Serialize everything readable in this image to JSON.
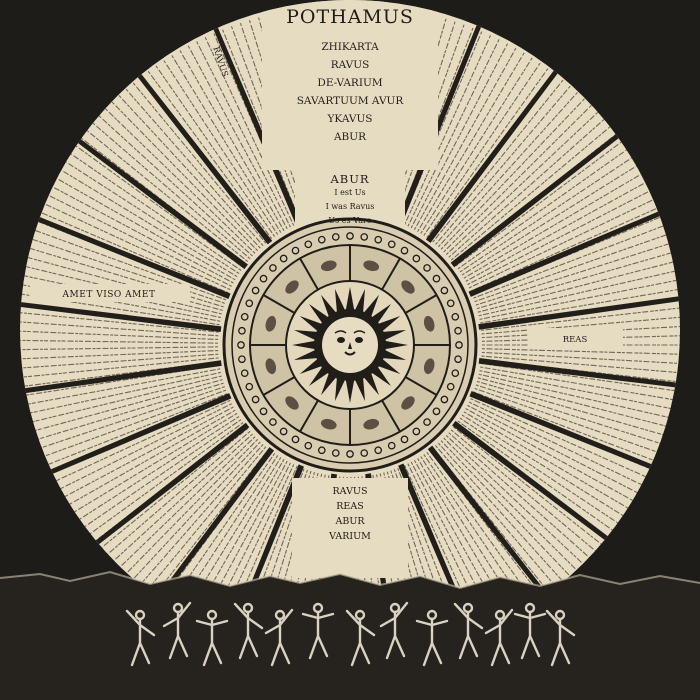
{
  "artwork": {
    "title": "POTHAMUS",
    "upper_names": [
      "ZHIKARTA",
      "RAVUS",
      "DE-VARIUM",
      "SAVARTUUM AVUR",
      "YKAVUS",
      "ABUR"
    ],
    "inner_heading": "ABUR",
    "inner_lines": [
      "I est Us",
      "I was Ravus",
      "Us es Varo"
    ],
    "lower_names": [
      "RAVUS",
      "REAS",
      "ABUR",
      "VARIUM"
    ],
    "left_heading": "AMET VISO AMET",
    "right_heading": "REAS",
    "left_top_label": "RAVUS"
  },
  "colors": {
    "paper": "#e6dcc2",
    "ink": "#211d18",
    "background": "#1e1c19",
    "figures": "#d9d2c2"
  },
  "icons": [
    "sun-face-icon",
    "dancing-figures-frieze"
  ]
}
